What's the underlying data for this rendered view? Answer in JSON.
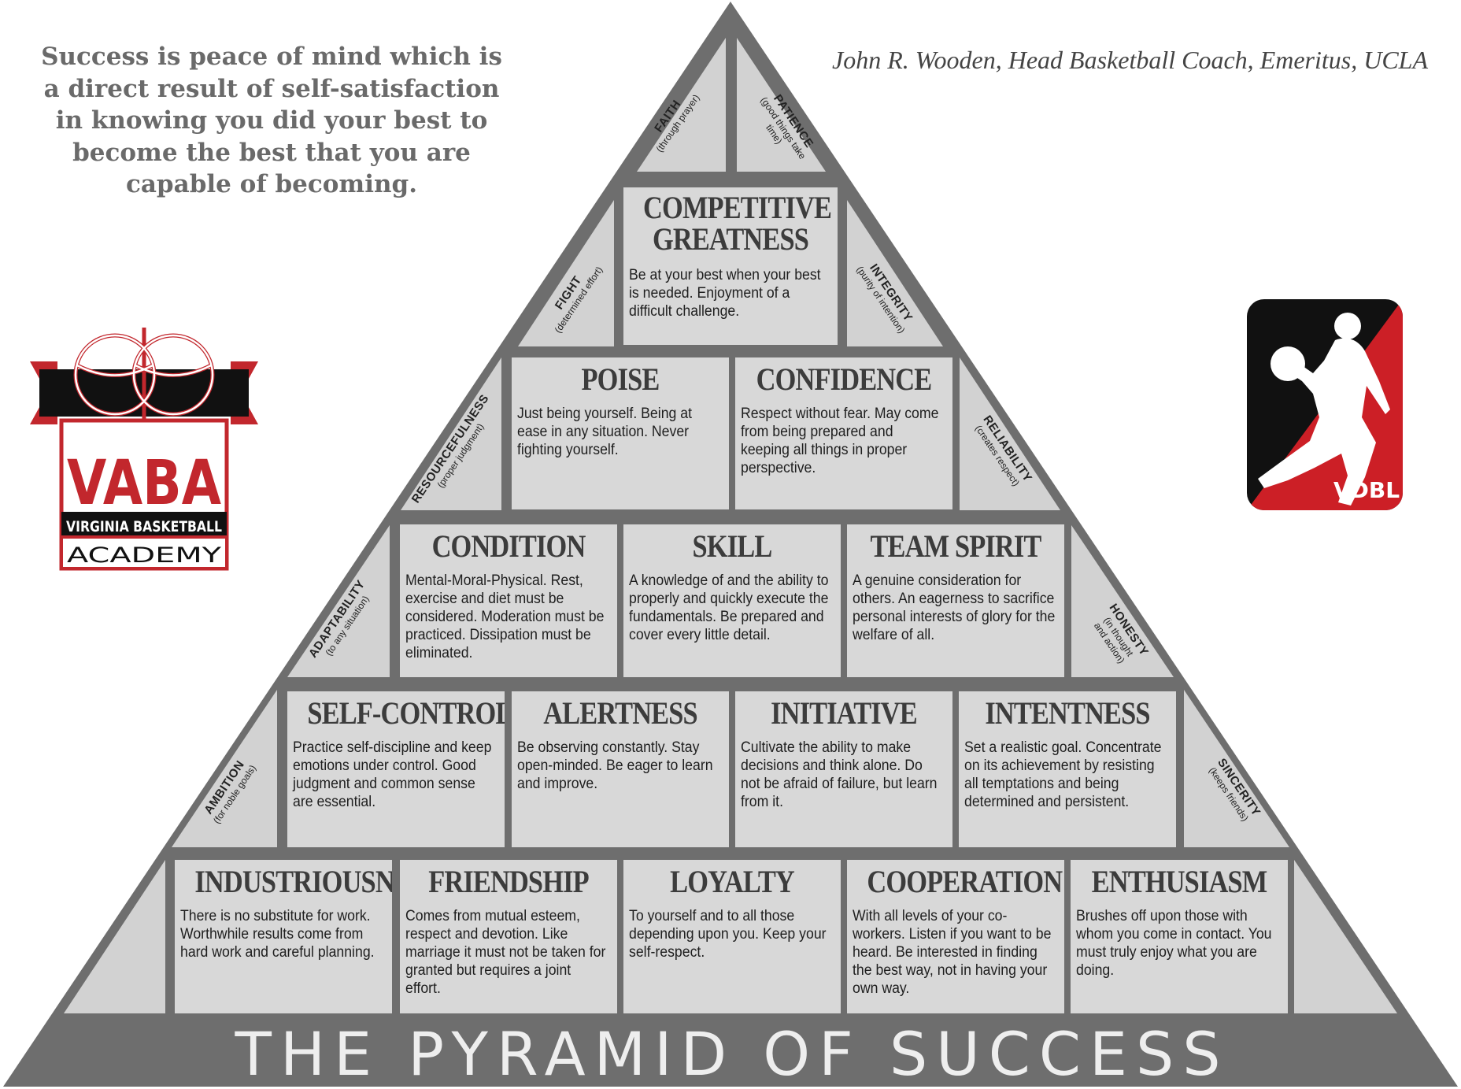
{
  "quote": "Success is peace of mind which is a direct result of self-satisfaction in knowing you did your best to become the best that you are capable of becoming.",
  "attribution": "John R. Wooden, Head Basketball Coach, Emeritus, UCLA",
  "footer_title": "THE PYRAMID OF SUCCESS",
  "colors": {
    "pyramid": "#6e6e6e",
    "block": "#d8d8d8",
    "vaba_red": "#c2272d",
    "vdbl_red": "#cc1f26"
  },
  "logos": {
    "vaba": {
      "name": "VABA",
      "line1": "VIRGINIA BASKETBALL",
      "line2": "ACADEMY"
    },
    "vdbl": {
      "name": "VDBL"
    }
  },
  "tiers": {
    "apex": {
      "left": {
        "name": "FAITH",
        "sub": "(through prayer)"
      },
      "right": {
        "name": "PATIENCE",
        "sub": "(good things take time)"
      }
    },
    "tier5": {
      "block": {
        "title": "COMPETITIVE GREATNESS",
        "text": "Be at your best when your best is needed. Enjoyment of a difficult challenge."
      },
      "left": {
        "name": "FIGHT",
        "sub": "(determined effort)"
      },
      "right": {
        "name": "INTEGRITY",
        "sub": "(purity of intention)"
      }
    },
    "tier4": {
      "blocks": [
        {
          "title": "POISE",
          "text": "Just being yourself. Being at ease in any situation. Never fighting yourself."
        },
        {
          "title": "CONFIDENCE",
          "text": "Respect without fear. May come from being prepared and keeping all things in proper perspective."
        }
      ],
      "left": {
        "name": "RESOURCEFULNESS",
        "sub": "(proper judgment)"
      },
      "right": {
        "name": "RELIABILITY",
        "sub": "(creates respect)"
      }
    },
    "tier3": {
      "blocks": [
        {
          "title": "CONDITION",
          "text": "Mental-Moral-Physical. Rest, exercise and diet must be considered. Moderation must be practiced. Dissipation must be eliminated."
        },
        {
          "title": "SKILL",
          "text": "A knowledge of and the ability to properly and quickly execute the fundamentals. Be prepared and cover every little detail."
        },
        {
          "title": "TEAM SPIRIT",
          "text": "A genuine consideration for others. An eagerness to sacrifice personal interests of glory for the welfare of all."
        }
      ],
      "left": {
        "name": "ADAPTABILITY",
        "sub": "(to any situation)"
      },
      "right": {
        "name": "HONESTY",
        "sub": "(in thought and action)"
      }
    },
    "tier2": {
      "blocks": [
        {
          "title": "SELF-CONTROL",
          "text": "Practice self-discipline and keep emotions under control. Good judgment and common sense are essential."
        },
        {
          "title": "ALERTNESS",
          "text": "Be observing constantly. Stay open-minded. Be eager to learn and improve."
        },
        {
          "title": "INITIATIVE",
          "text": "Cultivate the ability to make decisions and think alone. Do not be afraid of failure, but learn from it."
        },
        {
          "title": "INTENTNESS",
          "text": "Set a realistic goal. Concentrate on its achievement by resisting all temptations and being determined and persistent."
        }
      ],
      "left": {
        "name": "AMBITION",
        "sub": "(for noble goals)"
      },
      "right": {
        "name": "SINCERITY",
        "sub": "(keeps friends)"
      }
    },
    "tier1": {
      "blocks": [
        {
          "title": "INDUSTRIOUSNESS",
          "text": "There is no substitute for work. Worthwhile results come from hard work and careful planning."
        },
        {
          "title": "FRIENDSHIP",
          "text": "Comes from mutual esteem, respect and devotion. Like marriage it must not be taken for granted but requires a joint effort."
        },
        {
          "title": "LOYALTY",
          "text": "To yourself and to all those depending upon you. Keep your self-respect."
        },
        {
          "title": "COOPERATION",
          "text": "With all levels of your co-workers. Listen if you want to be heard. Be interested in finding the best way, not in having your own way."
        },
        {
          "title": "ENTHUSIASM",
          "text": "Brushes off upon those with whom you come in contact. You must truly enjoy what you are doing."
        }
      ]
    }
  }
}
